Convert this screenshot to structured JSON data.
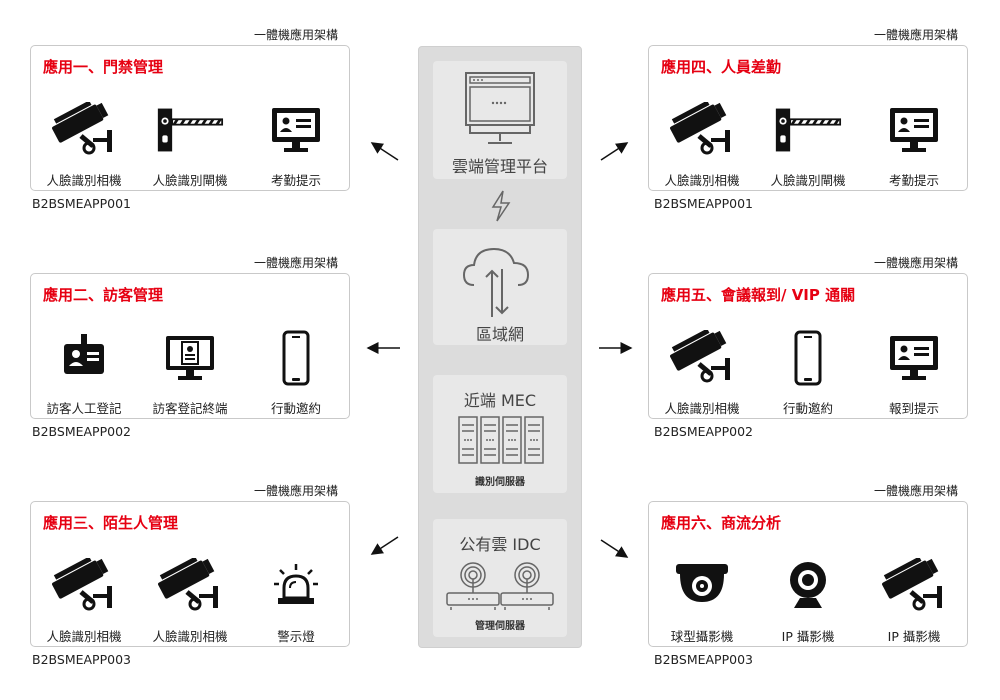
{
  "cards": [
    {
      "arch": "一體機應用架構",
      "title": "應用一、門禁管理",
      "code": "B2BSMEAPP001",
      "items": [
        {
          "icon": "camera-icon",
          "label": "人臉識別相機"
        },
        {
          "icon": "gate-barrier-icon",
          "label": "人臉識別閘機"
        },
        {
          "icon": "monitor-badge-icon",
          "label": "考勤提示"
        }
      ]
    },
    {
      "arch": "一體機應用架構",
      "title": "應用二、訪客管理",
      "code": "B2BSMEAPP002",
      "items": [
        {
          "icon": "visitor-badge-icon",
          "label": "訪客人工登記"
        },
        {
          "icon": "monitor-id-icon",
          "label": "訪客登記終端"
        },
        {
          "icon": "smartphone-icon",
          "label": "行動邀約"
        }
      ]
    },
    {
      "arch": "一體機應用架構",
      "title": "應用三、陌生人管理",
      "code": "B2BSMEAPP003",
      "items": [
        {
          "icon": "camera-icon",
          "label": "人臉識別相機"
        },
        {
          "icon": "camera-icon",
          "label": "人臉識別相機"
        },
        {
          "icon": "alarm-light-icon",
          "label": "警示燈"
        }
      ]
    },
    {
      "arch": "一體機應用架構",
      "title": "應用四、人員差勤",
      "code": "B2BSMEAPP001",
      "items": [
        {
          "icon": "camera-icon",
          "label": "人臉識別相機"
        },
        {
          "icon": "gate-barrier-icon",
          "label": "人臉識別閘機"
        },
        {
          "icon": "monitor-badge-icon",
          "label": "考勤提示"
        }
      ]
    },
    {
      "arch": "一體機應用架構",
      "title": "應用五、會議報到/ VIP 通關",
      "code": "B2BSMEAPP002",
      "items": [
        {
          "icon": "camera-icon",
          "label": "人臉識別相機"
        },
        {
          "icon": "smartphone-icon",
          "label": "行動邀約"
        },
        {
          "icon": "monitor-badge-icon",
          "label": "報到提示"
        }
      ]
    },
    {
      "arch": "一體機應用架構",
      "title": "應用六、商流分析",
      "code": "B2BSMEAPP003",
      "items": [
        {
          "icon": "dome-camera-icon",
          "label": "球型攝影機"
        },
        {
          "icon": "webcam-icon",
          "label": "IP 攝影機"
        },
        {
          "icon": "camera-icon",
          "label": "IP 攝影機"
        }
      ]
    }
  ],
  "center": {
    "cloud_platform": "雲端管理平台",
    "lan": "區域網",
    "mec": "近端 MEC",
    "mec_sub": "識別伺服器",
    "idc": "公有雲 IDC",
    "idc_sub": "管理伺服器"
  },
  "colors": {
    "title": "#e60012",
    "panel": "#dcdcdc",
    "icon": "#111111"
  }
}
